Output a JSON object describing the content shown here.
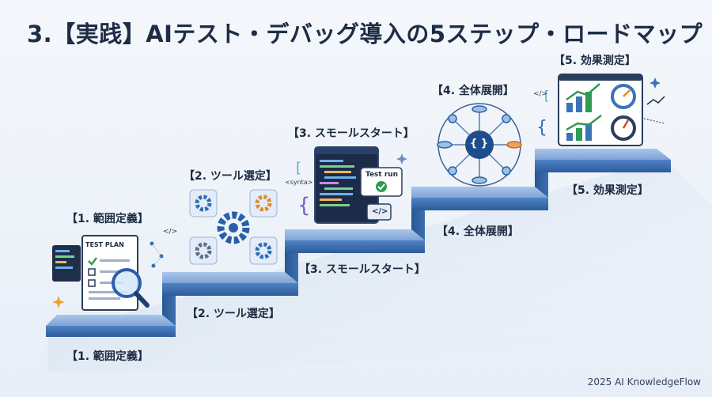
{
  "title": "3.【実践】AIテスト・デバッグ導入の5ステップ・ロードマップ",
  "steps": [
    {
      "top_label": "【1. 範囲定義】",
      "bottom_label": "【1. 範囲定義】"
    },
    {
      "top_label": "【2. ツール選定】",
      "bottom_label": "【2. ツール選定】"
    },
    {
      "top_label": "【3. スモールスタート】",
      "bottom_label": "【3. スモールスタート】"
    },
    {
      "top_label": "【4. 全体展開】",
      "bottom_label": "【4. 全体展開】"
    },
    {
      "top_label": "【5. 効果測定】",
      "bottom_label": "【5. 効果測定】"
    }
  ],
  "illustration_text": {
    "test_plan": "TEST PLAN",
    "code_tag": "</>",
    "syntax_tag": "<synta>",
    "test_run": "Test run",
    "braces": "{ }"
  },
  "footer": "2025 AI KnowledgeFlow",
  "colors": {
    "step_top": "#8fb3e0",
    "step_front": "#3e6fae",
    "step_side": "#244d86",
    "accent_blue": "#2f6db5",
    "accent_green": "#2e9a55",
    "accent_orange": "#e08a2e"
  }
}
